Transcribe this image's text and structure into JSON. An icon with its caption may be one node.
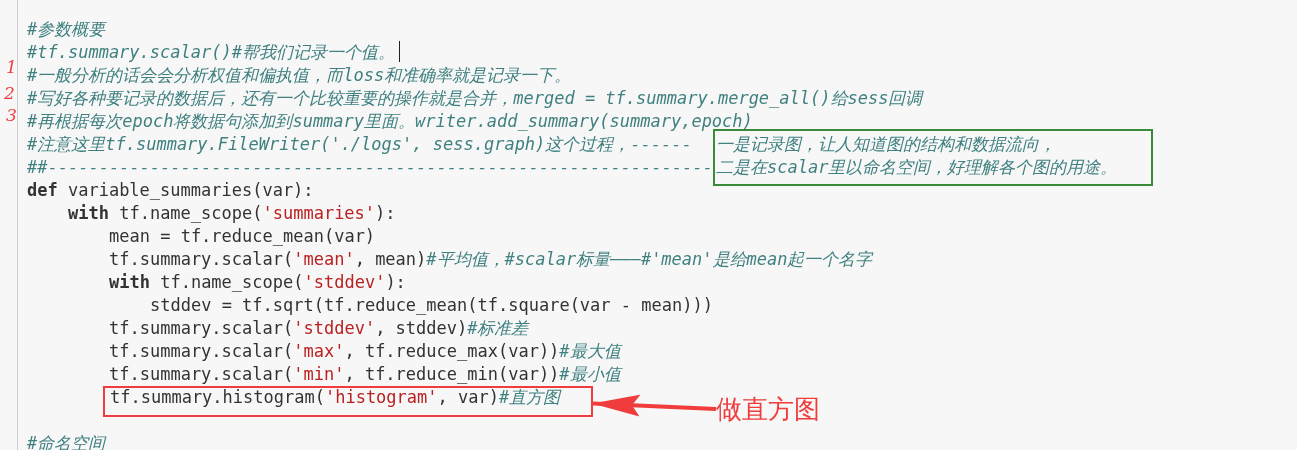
{
  "diagram": {
    "nodes": [
      {
        "text": [
          "一是记录图，让人知道图的结构和数据流向，",
          "二是在scalar里以命名空间，好理解各个图的用途。"
        ]
      },
      {
        "text": [
          "tf.summary.histogram('histogram', var)#直方图"
        ]
      },
      {
        "text": [
          "做直方图"
        ]
      }
    ],
    "edges": [
      {
        "from": 2,
        "to": 1,
        "arrow": "to",
        "color": "#f03c3c"
      }
    ],
    "labels": [
      "#参数概要",
      "#tf.summary.scalar()#帮我们记录一个值。",
      "#一般分析的话会会分析权值和偏执值，而loss和准确率就是记录一下。",
      "#写好各种要记录的数据后，还有一个比较重要的操作就是合并，merged = tf.summary.merge_all()给sess回调",
      "#再根据每次epoch将数据句添加到summary里面。writer.add_summary(summary,epoch)",
      "#注意这里tf.summary.FileWriter('./logs', sess.graph)这个过程，------",
      "##-----------------------------------------------------------------",
      "**def** variable_summaries(var):",
      "**with** tf.name_scope('summaries'):",
      "mean = tf.reduce_mean(var)",
      "tf.summary.scalar('mean', mean)#平均值，#scalar标量———#'mean'是给mean起一个名字",
      "**with** tf.name_scope('stddev'):",
      "stddev = tf.sqrt(tf.reduce_mean(tf.square(var - mean)))",
      "tf.summary.scalar('stddev', stddev)#标准差",
      "tf.summary.scalar('max', tf.reduce_max(var))#最大值",
      "tf.summary.scalar('min', tf.reduce_min(var))#最小值",
      "#命名空间",
      "1",
      "2",
      "3"
    ]
  }
}
